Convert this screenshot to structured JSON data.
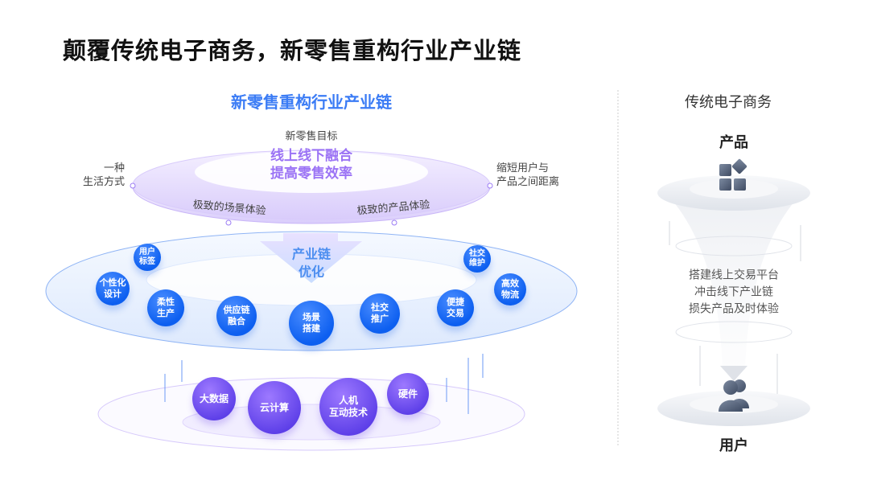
{
  "title": "颠覆传统电子商务，新零售重构行业产业链",
  "left": {
    "heading": "新零售重构行业产业链",
    "goal_label": "新零售目标",
    "goal_line1": "线上线下融合",
    "goal_line2": "提高零售效率",
    "left_note": "一种\n生活方式",
    "right_note": "缩短用户与\n产品之间距离",
    "scene_exp": "极致的场景体验",
    "product_exp": "极致的产品体验",
    "arrow_line1": "产业链",
    "arrow_line2": "优化",
    "blue_bubbles": [
      "用户\n标签",
      "个性化\n设计",
      "柔性\n生产",
      "供应链\n融合",
      "场景\n搭建",
      "社交\n推广",
      "便捷\n交易",
      "社交\n维护",
      "高效\n物流"
    ],
    "purple_bubbles": [
      "大数据",
      "云计算",
      "人机\n互动技术",
      "硬件"
    ]
  },
  "right": {
    "heading": "传统电子商务",
    "top_label": "产品",
    "text_line1": "搭建线上交易平台",
    "text_line2": "冲击线下产业链",
    "text_line3": "损失产品及时体验",
    "bottom_label": "用户"
  }
}
